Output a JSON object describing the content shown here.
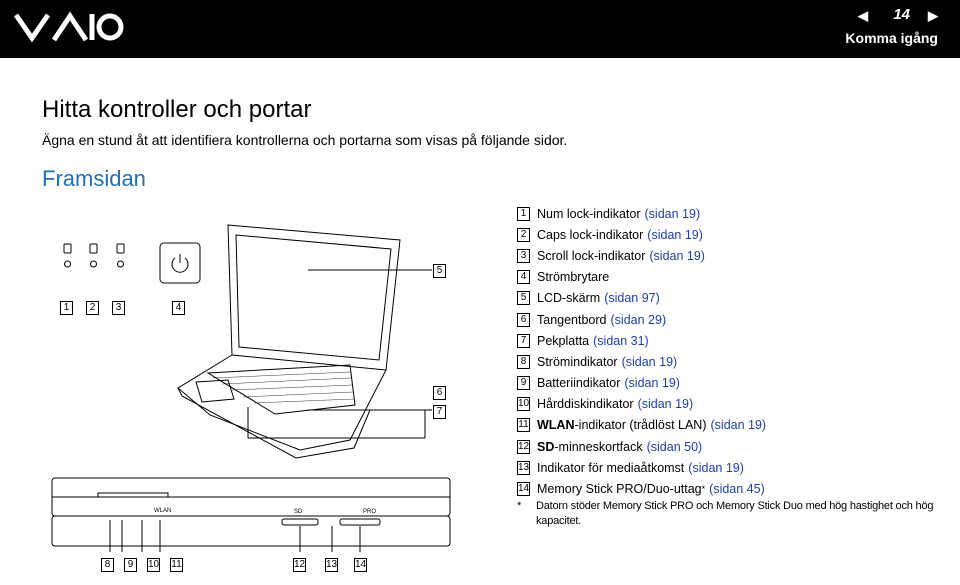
{
  "header": {
    "page_number": "14",
    "section": "Komma igång",
    "prev_icon": "arrow-left-icon",
    "next_icon": "arrow-right-icon",
    "logo_icon": "vaio-logo-icon"
  },
  "page": {
    "title": "Hitta kontroller och portar",
    "intro": "Ägna en stund åt att identifiera kontrollerna och portarna som visas på följande sidor.",
    "subtitle": "Framsidan"
  },
  "figure": {
    "callouts_top": [
      "1",
      "2",
      "3",
      "4"
    ],
    "callouts_right": [
      "5",
      "6",
      "7"
    ],
    "callouts_bottom": [
      "8",
      "9",
      "10",
      "11",
      "12",
      "13",
      "14"
    ],
    "labels": {
      "wlan": "WLAN",
      "sd": "SD",
      "pro": "PRO"
    }
  },
  "legend": [
    {
      "n": "1",
      "text": "Num lock-indikator",
      "ref": "(sidan 19)",
      "bold": ""
    },
    {
      "n": "2",
      "text": "Caps lock-indikator",
      "ref": "(sidan 19)",
      "bold": ""
    },
    {
      "n": "3",
      "text": "Scroll lock-indikator",
      "ref": "(sidan 19)",
      "bold": ""
    },
    {
      "n": "4",
      "text": "Strömbrytare",
      "ref": "",
      "bold": ""
    },
    {
      "n": "5",
      "text": "LCD-skärm",
      "ref": "(sidan 97)",
      "bold": ""
    },
    {
      "n": "6",
      "text": "Tangentbord",
      "ref": "(sidan 29)",
      "bold": ""
    },
    {
      "n": "7",
      "text": "Pekplatta",
      "ref": "(sidan 31)",
      "bold": ""
    },
    {
      "n": "8",
      "text": "Strömindikator",
      "ref": "(sidan 19)",
      "bold": ""
    },
    {
      "n": "9",
      "text": "Batteriindikator",
      "ref": "(sidan 19)",
      "bold": ""
    },
    {
      "n": "10",
      "text": "Hårddiskindikator",
      "ref": "(sidan 19)",
      "bold": ""
    },
    {
      "n": "11",
      "bold": "WLAN",
      "text": "-indikator (trådlöst LAN)",
      "ref": "(sidan 19)"
    },
    {
      "n": "12",
      "bold": "SD",
      "text": "-minneskortfack",
      "ref": "(sidan 50)"
    },
    {
      "n": "13",
      "text": "Indikator för mediaåtkomst",
      "ref": "(sidan 19)",
      "bold": ""
    },
    {
      "n": "14",
      "text": "Memory Stick PRO/Duo-uttag",
      "sup": "*",
      "ref": "(sidan 45)",
      "bold": ""
    }
  ],
  "footnote": {
    "marker": "*",
    "text": "Datorn stöder Memory Stick PRO och Memory Stick Duo med hög hastighet och hög kapacitet."
  }
}
